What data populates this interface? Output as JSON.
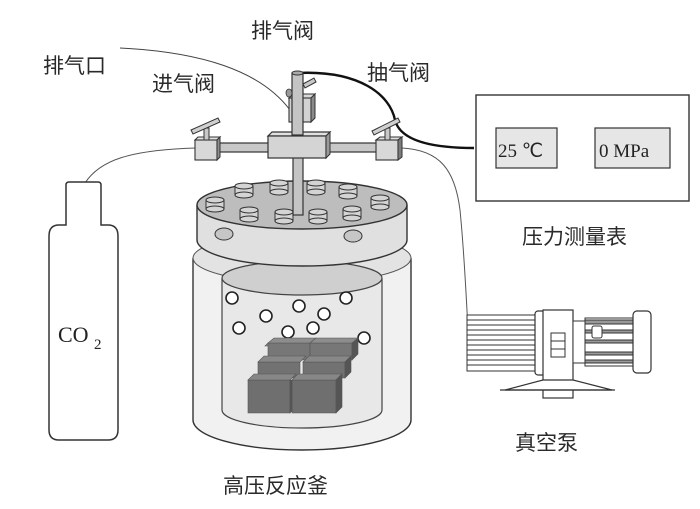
{
  "diagram": {
    "type": "experimental-apparatus",
    "labels": {
      "exhaust_port": "排气口",
      "exhaust_valve": "排气阀",
      "inlet_valve": "进气阀",
      "suction_valve": "抽气阀",
      "pressure_gauge": "压力测量表",
      "vacuum_pump": "真空泵",
      "reactor": "高压反应釜"
    },
    "gas_cylinder": {
      "formula_main": "CO",
      "formula_subscript": "2"
    },
    "gauge_readouts": {
      "temperature": "25 ℃",
      "pressure": "0 MPa"
    },
    "colors": {
      "outline": "#333333",
      "valve_fill": "#d6d6d6",
      "lid_fill": "#c8c8c8",
      "vessel_fill": "#efefef",
      "samples_fill": "#6e6e6e",
      "display_fill": "#e6e6e6"
    }
  }
}
